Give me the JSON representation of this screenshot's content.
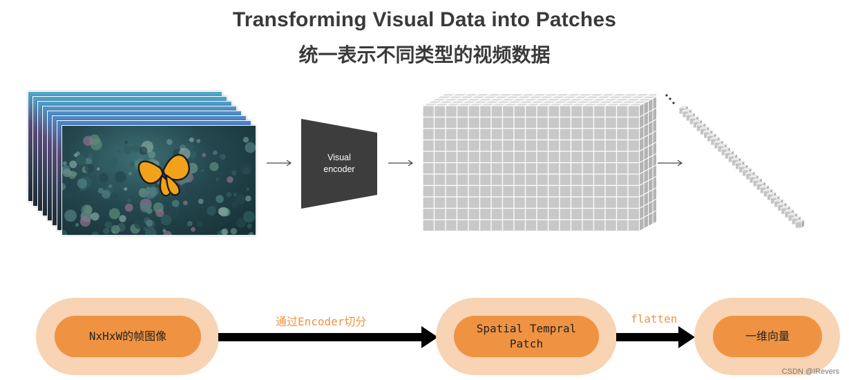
{
  "title": {
    "english": "Transforming Visual Data into Patches",
    "chinese": "统一表示不同类型的视频数据"
  },
  "encoder": {
    "label": "Visual\nencoder"
  },
  "flow": {
    "node1": "NxHxW的帧图像",
    "edge1": "通过Encoder切分",
    "node2_line1": "Spatial Tempral",
    "node2_line2": "Patch",
    "edge2": "flatten",
    "node3": "一维向量"
  },
  "watermark": "CSDN @IRevers",
  "colors": {
    "title": "#3a3a3a",
    "pill_outer": "#f8d3b4",
    "pill_inner": "#ef9342",
    "flow_label": "#ef9342",
    "encoder": "#3d3d3d",
    "cube_face": "#c8c8c8"
  }
}
